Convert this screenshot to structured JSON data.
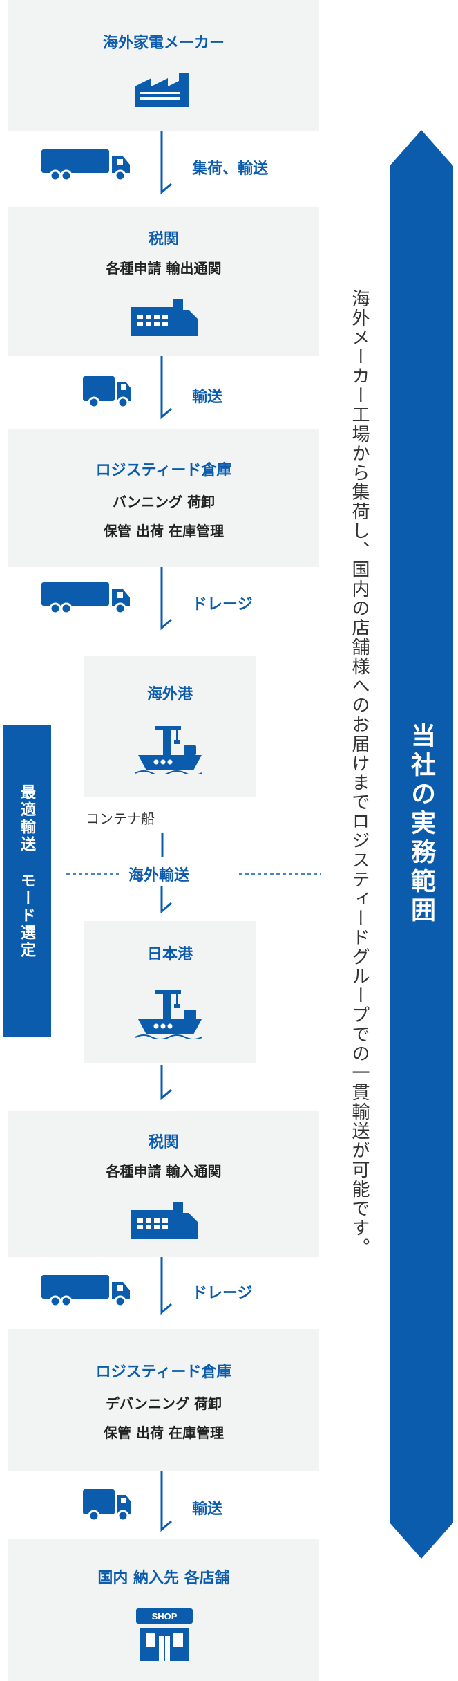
{
  "colors": {
    "accent": "#0b5cad",
    "box_bg": "#f2f3f3",
    "text": "#222222"
  },
  "steps": {
    "manufacturer": {
      "title": "海外家電メーカー",
      "icon": "factory-icon"
    },
    "transport1": {
      "label": "集荷、輸送",
      "icon": "truck-icon"
    },
    "customs_export": {
      "title": "税関",
      "sub": "各種申請 輸出通関",
      "icon": "customs-building-icon"
    },
    "transport2": {
      "label": "輸送",
      "icon": "truck-icon"
    },
    "logistics1": {
      "title": "ロジスティード倉庫",
      "sub1": "バンニング 荷卸",
      "sub2": "保管 出荷 在庫管理"
    },
    "drayage1": {
      "label": "ドレージ",
      "icon": "truck-icon"
    },
    "port_overseas": {
      "title": "海外港",
      "icon": "ship-crane-icon"
    },
    "container_ship": {
      "label": "コンテナ船"
    },
    "sea_transport": {
      "label": "海外輸送"
    },
    "port_japan": {
      "title": "日本港",
      "icon": "ship-crane-icon"
    },
    "customs_import": {
      "title": "税関",
      "sub": "各種申請 輸入通関",
      "icon": "customs-building-icon"
    },
    "drayage2": {
      "label": "ドレージ",
      "icon": "truck-icon"
    },
    "logistics2": {
      "title": "ロジスティード倉庫",
      "sub1": "デバンニング 荷卸",
      "sub2": "保管 出荷 在庫管理"
    },
    "transport3": {
      "label": "輸送",
      "icon": "truck-icon"
    },
    "destination": {
      "title": "国内 納入先 各店舗",
      "icon": "shop-icon",
      "shop_sign": "SHOP"
    }
  },
  "side": {
    "mode_select": "最適輸送 モード選定",
    "description": "海外メーカー工場から集荷し、国内の店舗様へのお届けまでロジスティードグループでの一貫輸送が可能です。",
    "scope_label": "当社の実務範囲"
  }
}
